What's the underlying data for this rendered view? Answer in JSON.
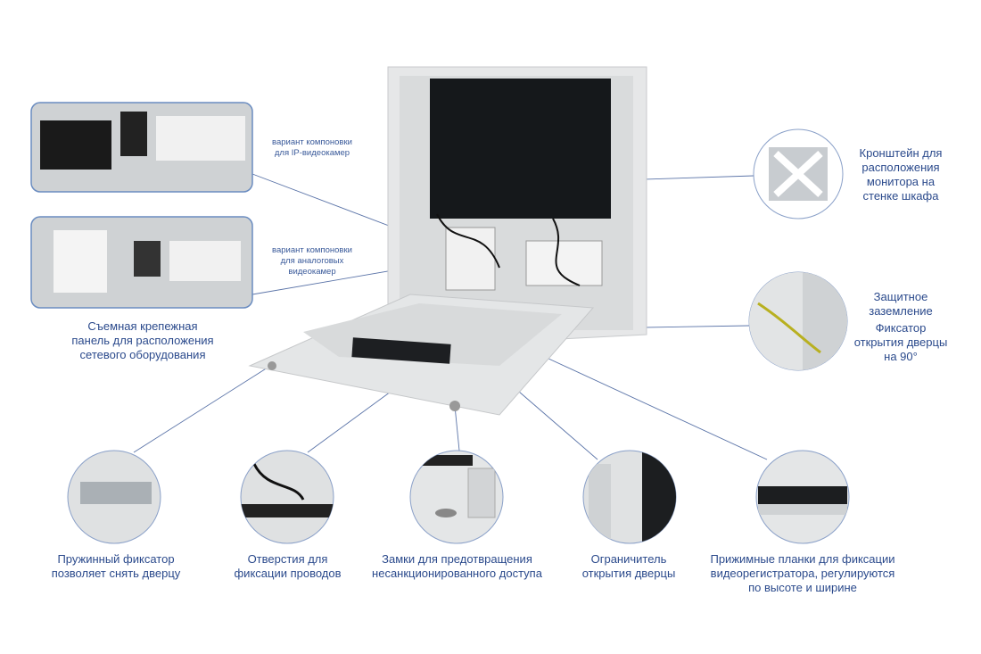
{
  "callouts": {
    "ip_variant": "вариант компоновки\nдля IP-видеокамер",
    "analog_variant": "вариант компоновки\nдля аналоговых\nвидеокамер",
    "removable_panel": "Съемная крепежная\nпанель для расположения\nсетевого оборудования",
    "monitor_bracket": "Кронштейн для\nрасположения\nмонитора на\nстенке шкафа",
    "grounding": "Защитное\nзаземление",
    "door_lock_90": "Фиксатор\nоткрытия дверцы\nна 90°",
    "spring_latch": "Пружинный фиксатор\nпозволяет снять дверцу",
    "cable_holes": "Отверстия для\nфиксации проводов",
    "locks": "Замки для предотвращения\nнесанкционированного доступа",
    "door_limiter": "Ограничитель\nоткрытия дверцы",
    "clamp_bars": "Прижимные планки для фиксации\nвидеорегистратора, регулируются\nпо высоте и ширине"
  },
  "colors": {
    "text": "#2b4a8c",
    "line": "#5b74a8",
    "cabinet": "#e3e5e6",
    "monitor": "#16191c"
  }
}
